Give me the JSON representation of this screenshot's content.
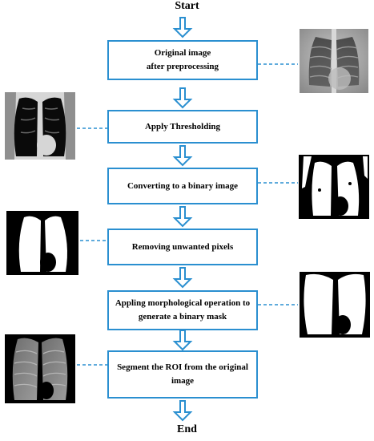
{
  "start_label": "Start",
  "end_label": "End",
  "steps": [
    {
      "lines": [
        "Original image",
        "after preprocessing"
      ]
    },
    {
      "lines": [
        "Apply Thresholding"
      ]
    },
    {
      "lines": [
        "Converting to a binary image"
      ]
    },
    {
      "lines": [
        "Removing unwanted pixels"
      ]
    },
    {
      "lines": [
        "Appling morphological operation to",
        "generate a binary mask"
      ]
    },
    {
      "lines": [
        "Segment the ROI from the original",
        "image"
      ]
    }
  ],
  "thumbnails": [
    {
      "step": 1,
      "side": "right",
      "kind": "chest-xray"
    },
    {
      "step": 2,
      "side": "left",
      "kind": "thresholded-xray"
    },
    {
      "step": 3,
      "side": "right",
      "kind": "binary-image"
    },
    {
      "step": 4,
      "side": "left",
      "kind": "cleaned-binary-mask"
    },
    {
      "step": 5,
      "side": "right",
      "kind": "morphological-mask"
    },
    {
      "step": 6,
      "side": "left",
      "kind": "segmented-lungs"
    }
  ],
  "colors": {
    "box_border": "#2a8fd0",
    "arrow": "#2a8fd0",
    "connector": "#2a8fd0",
    "text": "#000000"
  }
}
